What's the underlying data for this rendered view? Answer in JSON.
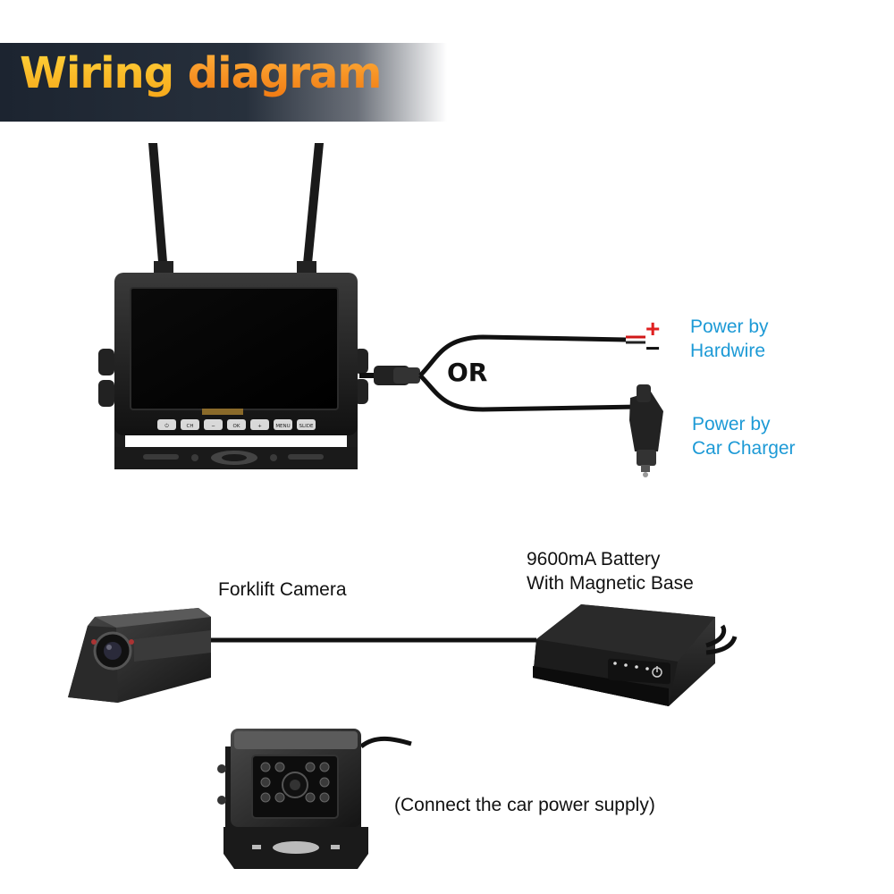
{
  "header": {
    "title_word1": "Wiring",
    "title_word2": "diagram"
  },
  "monitor": {
    "buttons": [
      "⏻",
      "CH",
      "−",
      "OK",
      "+",
      "MENU",
      "SLIDE"
    ]
  },
  "connector_or": "OR",
  "power_options": {
    "hardwire_line1": "Power by",
    "hardwire_line2": "Hardwire",
    "hardwire_plus": "+",
    "hardwire_minus": "−",
    "charger_line1": "Power by",
    "charger_line2": "Car Charger"
  },
  "forklift_camera_label": "Forklift Camera",
  "battery": {
    "line1": "9600mA Battery",
    "line2": "With Magnetic Base"
  },
  "car_power_note": "(Connect the car power supply)",
  "colors": {
    "title_yellow": "#f6a81a",
    "title_orange": "#f07a12",
    "label_blue": "#1d9ad6",
    "plus_red": "#e02020"
  }
}
